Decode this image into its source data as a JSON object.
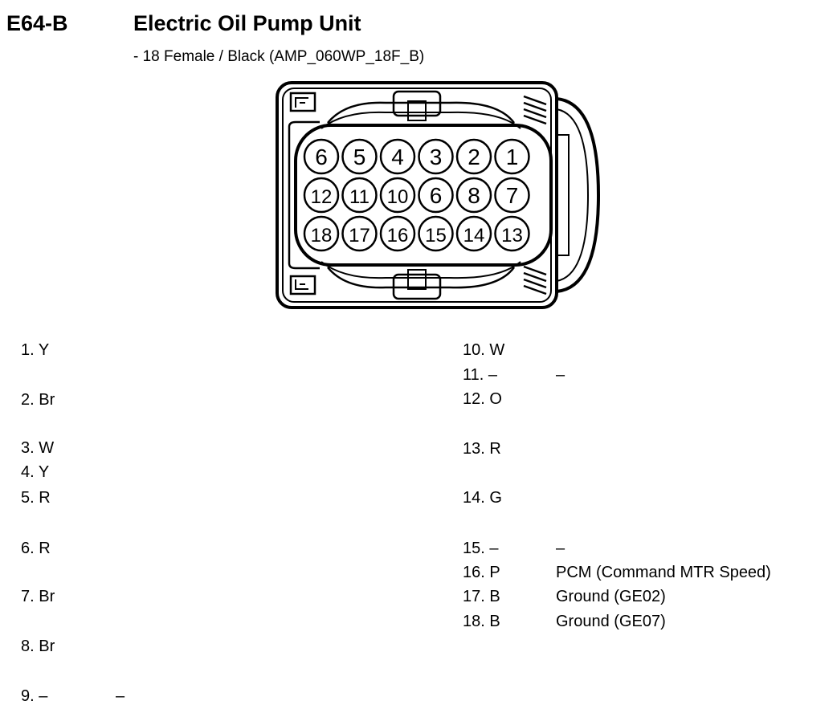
{
  "header": {
    "code": "E64-B",
    "title": "Electric Oil Pump Unit",
    "subtitle": "- 18 Female / Black (AMP_060WP_18F_B)"
  },
  "connector": {
    "rows": [
      [
        "6",
        "5",
        "4",
        "3",
        "2",
        "1"
      ],
      [
        "12",
        "11",
        "10",
        "6",
        "8",
        "7"
      ],
      [
        "18",
        "17",
        "16",
        "15",
        "14",
        "13"
      ]
    ]
  },
  "pins_left": [
    {
      "label": "1. Y",
      "desc": ""
    },
    {
      "label": "2. Br",
      "desc": ""
    },
    {
      "label": "3. W",
      "desc": ""
    },
    {
      "label": "4. Y",
      "desc": ""
    },
    {
      "label": "5. R",
      "desc": ""
    },
    {
      "label": "6. R",
      "desc": ""
    },
    {
      "label": "7. Br",
      "desc": ""
    },
    {
      "label": "8. Br",
      "desc": ""
    },
    {
      "label": "9. –",
      "desc": "–"
    }
  ],
  "pins_right": [
    {
      "label": "10. W",
      "desc": ""
    },
    {
      "label": "11. –",
      "desc": "–"
    },
    {
      "label": "12. O",
      "desc": ""
    },
    {
      "label": "13. R",
      "desc": ""
    },
    {
      "label": "14. G",
      "desc": ""
    },
    {
      "label": "15. –",
      "desc": "–"
    },
    {
      "label": "16. P",
      "desc": "PCM (Command MTR Speed)"
    },
    {
      "label": "17. B",
      "desc": "Ground (GE02)"
    },
    {
      "label": "18. B",
      "desc": "Ground (GE07)"
    }
  ]
}
